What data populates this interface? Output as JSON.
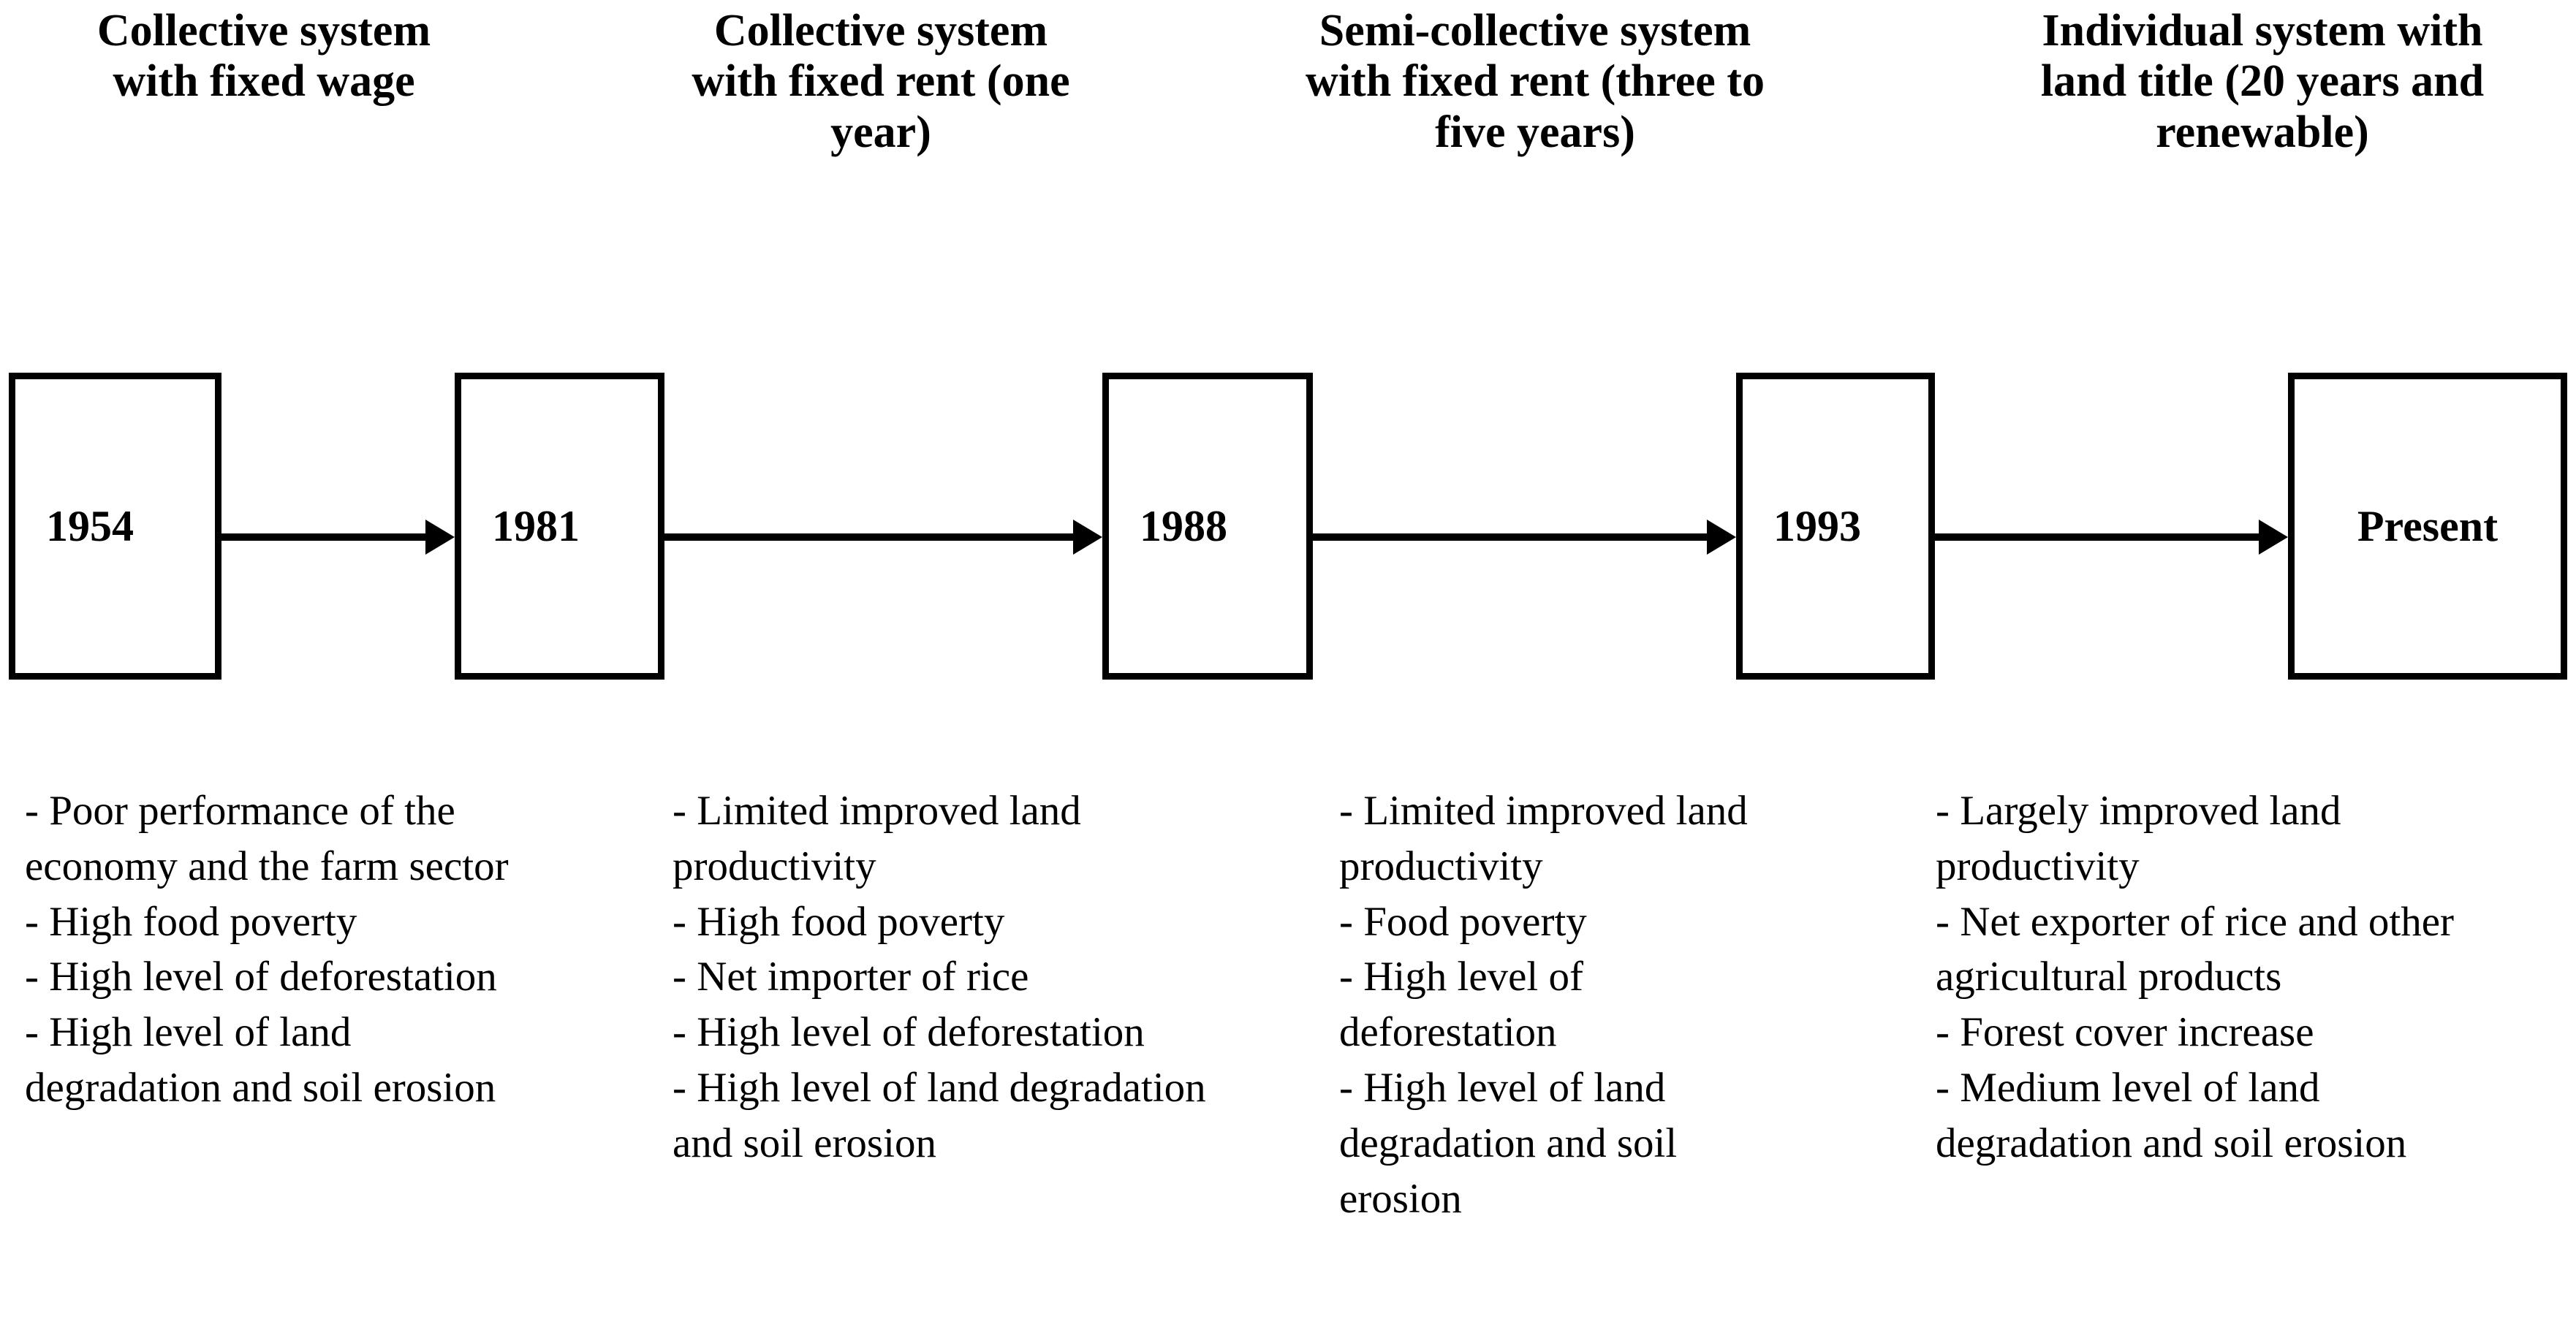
{
  "diagram": {
    "type": "timeline-flowchart",
    "orientation": "horizontal",
    "colors": {
      "background": "#ffffff",
      "stroke": "#000000",
      "text": "#000000"
    },
    "headers": [
      {
        "id": "header-1",
        "text": "Collective system\nwith fixed wage"
      },
      {
        "id": "header-2",
        "text": "Collective system\nwith fixed rent (one\nyear)"
      },
      {
        "id": "header-3",
        "text": "Semi-collective system\nwith fixed rent (three to\nfive years)"
      },
      {
        "id": "header-4",
        "text": "Individual system with\nland title (20 years and\nrenewable)"
      }
    ],
    "nodes": [
      {
        "id": "node-1954",
        "label": "1954"
      },
      {
        "id": "node-1981",
        "label": "1981"
      },
      {
        "id": "node-1988",
        "label": "1988"
      },
      {
        "id": "node-1993",
        "label": "1993"
      },
      {
        "id": "node-present",
        "label": "Present"
      }
    ],
    "connectors": [
      {
        "id": "arrow-1954-1981",
        "from": "1954",
        "to": "1981",
        "style": "solid-arrow-right"
      },
      {
        "id": "arrow-1981-1988",
        "from": "1981",
        "to": "1988",
        "style": "solid-arrow-right"
      },
      {
        "id": "arrow-1988-1993",
        "from": "1988",
        "to": "1993",
        "style": "solid-arrow-right"
      },
      {
        "id": "arrow-1993-present",
        "from": "1993",
        "to": "Present",
        "style": "solid-arrow-right"
      }
    ],
    "columns": [
      {
        "id": "outcomes-1",
        "text": "- Poor performance of the economy and the farm sector\n- High food poverty\n- High level of deforestation\n- High level of land degradation and soil erosion",
        "items": [
          "- Poor performance of the economy and the farm sector",
          "- High food poverty",
          "- High level of deforestation",
          "- High level of land degradation and soil erosion"
        ]
      },
      {
        "id": "outcomes-2",
        "text": "- Limited improved land productivity\n- High food poverty\n- Net importer of rice\n- High level of deforestation\n- High level of land degradation and soil erosion",
        "items": [
          "- Limited improved land productivity",
          "- High food poverty",
          "- Net importer of rice",
          "- High level of deforestation",
          "- High level of land degradation and soil erosion"
        ]
      },
      {
        "id": "outcomes-3",
        "text": "- Limited improved land productivity\n- Food poverty\n- High level of deforestation\n- High level of land degradation and soil erosion",
        "items": [
          "- Limited improved land productivity",
          "- Food poverty",
          "- High level of deforestation",
          "- High level of land degradation and soil erosion"
        ]
      },
      {
        "id": "outcomes-4",
        "text": "- Largely improved land productivity\n-  Net exporter of rice and other agricultural products\n- Forest cover increase\n- Medium level of land degradation and soil erosion",
        "items": [
          "- Largely improved land productivity",
          "-  Net exporter of rice and other agricultural products",
          "- Forest cover increase",
          "- Medium level of land degradation and soil erosion"
        ]
      }
    ]
  }
}
